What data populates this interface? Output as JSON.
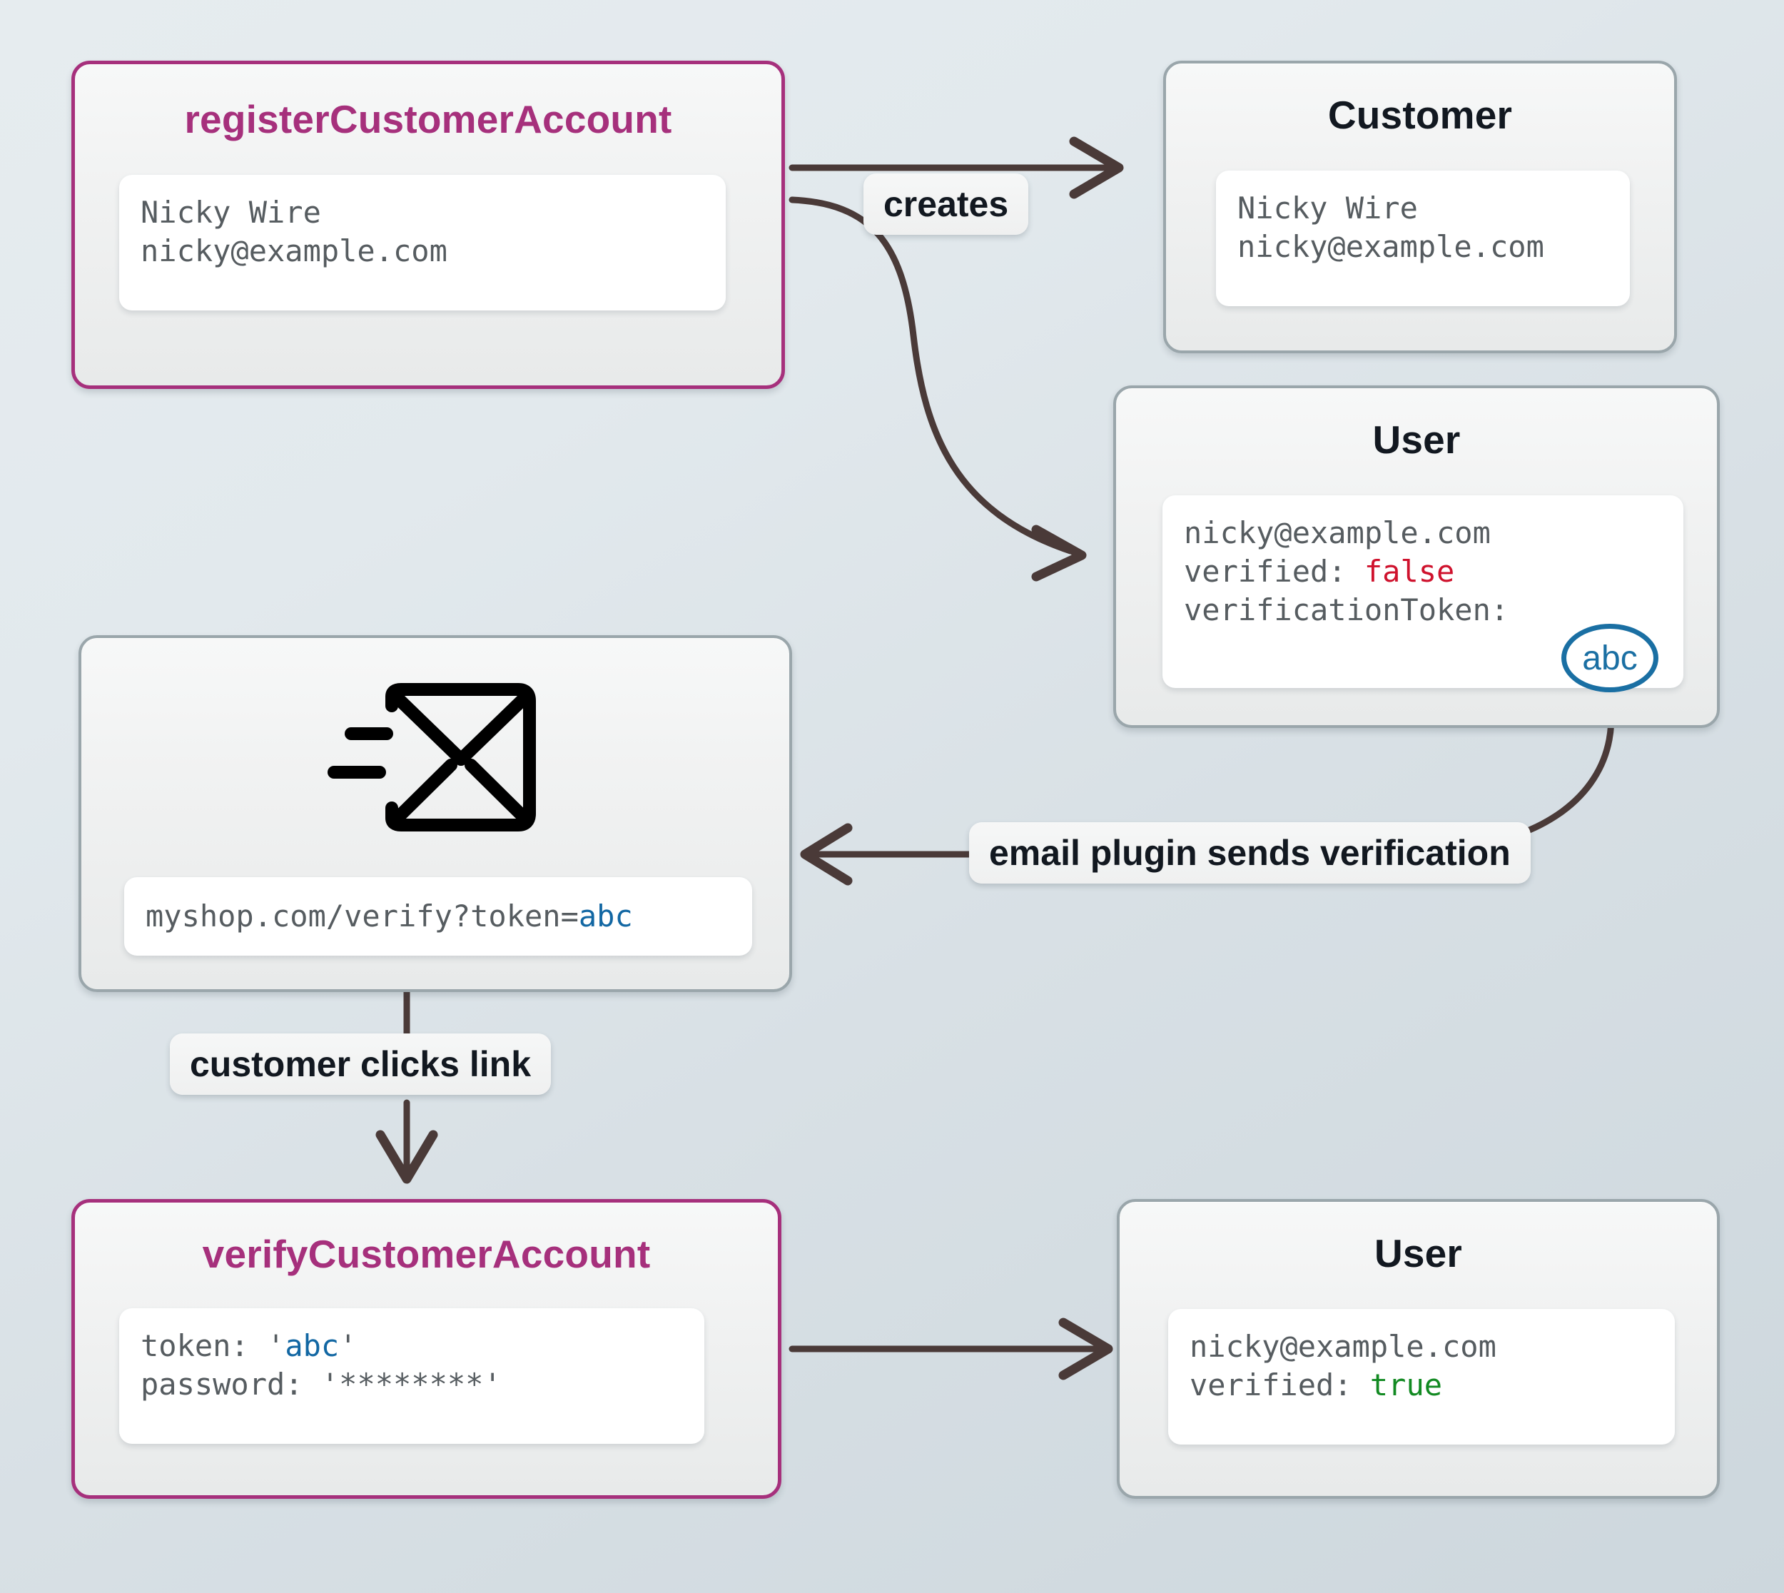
{
  "diagram": {
    "title": "customer account registration and email verification flow",
    "accent_pink": "#a6307c",
    "accent_blue": "#1a6fa3",
    "edge_color": "#4a3a38",
    "false_color": "#cf122d",
    "true_color": "#128a22"
  },
  "nodes": {
    "register": {
      "title": "registerCustomerAccount",
      "line1": "Nicky Wire",
      "line2": "nicky@example.com"
    },
    "customer": {
      "title": "Customer",
      "line1": "Nicky Wire",
      "line2": "nicky@example.com"
    },
    "user_unverified": {
      "title": "User",
      "line1": "nicky@example.com",
      "line2_key": "verified: ",
      "line2_value": "false",
      "line3_key": "verificationToken:",
      "token": "abc"
    },
    "email": {
      "icon": "envelope-send-icon",
      "url_prefix": "myshop.com/verify?token=",
      "url_token": "abc"
    },
    "verify": {
      "title": "verifyCustomerAccount",
      "line1_key": "token: ",
      "line1_quote_open": "'",
      "line1_value": "abc",
      "line1_quote_close": "'",
      "line2_key": "password: ",
      "line2_value": "'********'"
    },
    "user_verified": {
      "title": "User",
      "line1": "nicky@example.com",
      "line2_key": "verified: ",
      "line2_value": "true"
    }
  },
  "edges": [
    {
      "id": "creates",
      "label": "creates",
      "from": "register",
      "to": "customer / User"
    },
    {
      "id": "email-plugin",
      "label": "email plugin sends verification",
      "from": "user_unverified",
      "to": "email"
    },
    {
      "id": "clicks",
      "label": "customer clicks link",
      "from": "email",
      "to": "verify"
    },
    {
      "id": "verify-to-user",
      "label": "",
      "from": "verify",
      "to": "user_verified"
    }
  ]
}
